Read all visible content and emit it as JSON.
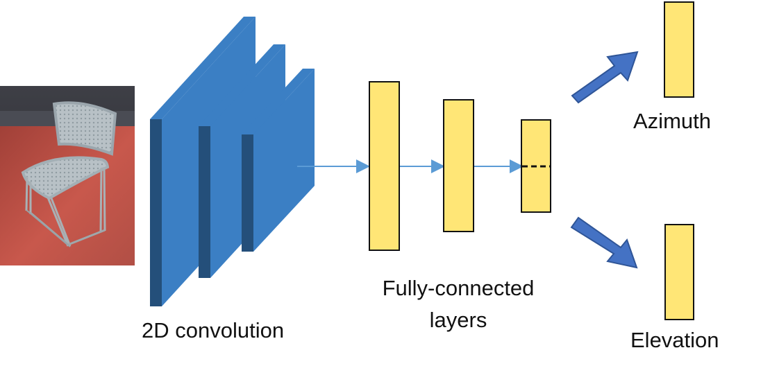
{
  "labels": {
    "conv": "2D convolution",
    "fc": "Fully-connected layers",
    "azimuth": "Azimuth",
    "elevation": "Elevation"
  },
  "colors": {
    "conv_front": "#3b7fc4",
    "conv_side": "#244f7a",
    "fc_fill": "#ffe676",
    "fc_stroke": "#111111",
    "flow_arrow": "#5b9bd5",
    "big_arrow": "#4472c4",
    "big_arrow_stroke": "#2f5597"
  },
  "icons": {
    "input_image": "chair-photo"
  }
}
